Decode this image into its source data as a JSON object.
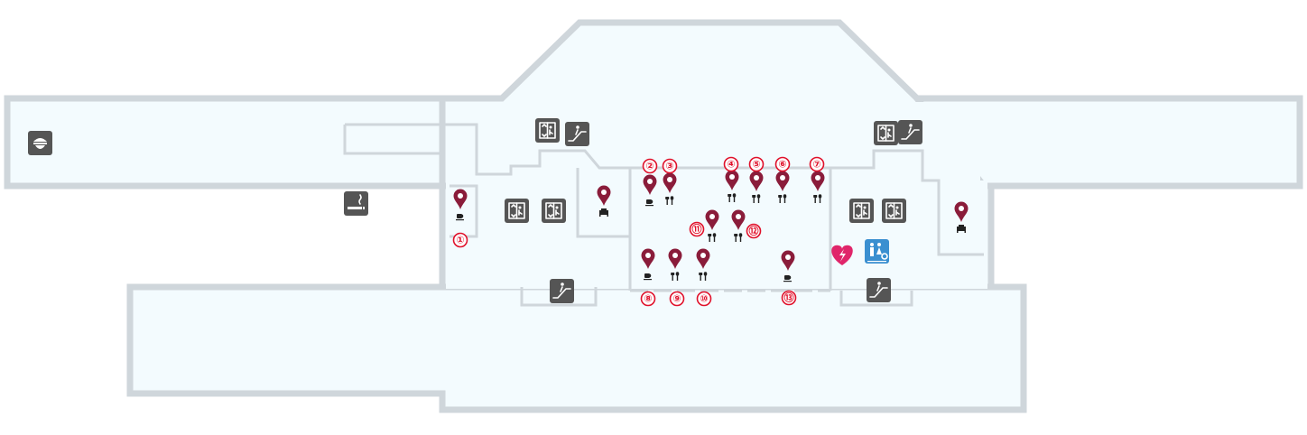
{
  "colors": {
    "floor_fill": "#f3fbfe",
    "wall": "#cfd6db",
    "pin": "#8a1c3a",
    "number": "#e0102a",
    "icon_tile": "#555555",
    "restroom_tile": "#3a8fd0",
    "aed_heart": "#e0256a"
  },
  "labels": {
    "n1": "①",
    "n2": "②",
    "n3": "③",
    "n4": "④",
    "n5": "⑤",
    "n6": "⑥",
    "n7": "⑦",
    "n8": "⑧",
    "n9": "⑨",
    "n10": "⑩",
    "n11": "⑪",
    "n12": "⑫",
    "n13": "⑬"
  },
  "pins": [
    {
      "label": "①",
      "type": "cafe-icon"
    },
    {
      "label": "②",
      "type": "cafe-icon"
    },
    {
      "label": "③",
      "type": "restaurant-icon"
    },
    {
      "label": "④",
      "type": "restaurant-icon"
    },
    {
      "label": "⑤",
      "type": "restaurant-icon"
    },
    {
      "label": "⑥",
      "type": "restaurant-icon"
    },
    {
      "label": "⑦",
      "type": "restaurant-icon"
    },
    {
      "label": "⑧",
      "type": "cafe-icon"
    },
    {
      "label": "⑨",
      "type": "restaurant-icon"
    },
    {
      "label": "⑩",
      "type": "restaurant-icon"
    },
    {
      "label": "⑪",
      "type": "restaurant-icon"
    },
    {
      "label": "⑫",
      "type": "restaurant-icon"
    },
    {
      "label": "⑬",
      "type": "cafe-icon"
    }
  ],
  "facility_icons": [
    "police-icon",
    "smoking-area-icon",
    "elevator-icon",
    "escalator-icon",
    "lounge-seat-icon",
    "restroom-icon",
    "aed-icon"
  ]
}
